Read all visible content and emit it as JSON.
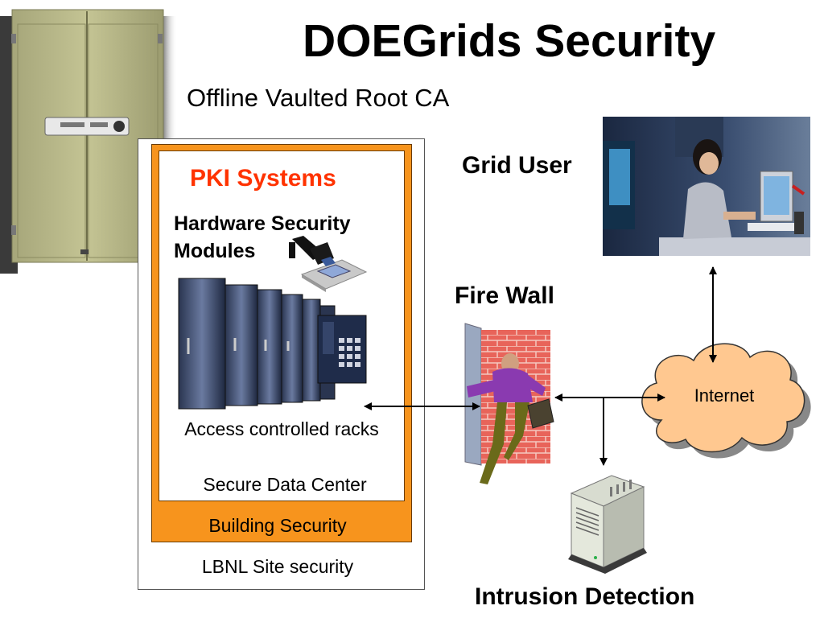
{
  "title": "DOEGrids Security",
  "subtitle": "Offline Vaulted Root CA",
  "labels": {
    "pki_systems": "PKI Systems",
    "hsm_line1": "Hardware Security",
    "hsm_line2": "Modules",
    "racks": "Access controlled racks",
    "data_center": "Secure Data Center",
    "building": "Building Security",
    "site": "LBNL Site security",
    "grid_user": "Grid User",
    "firewall": "Fire Wall",
    "internet": "Internet",
    "intrusion": "Intrusion Detection"
  },
  "colors": {
    "pki_text": "#ff3300",
    "building_fill": "#f7941d",
    "cloud_fill": "#ffc890",
    "brick": "#e8645a"
  }
}
